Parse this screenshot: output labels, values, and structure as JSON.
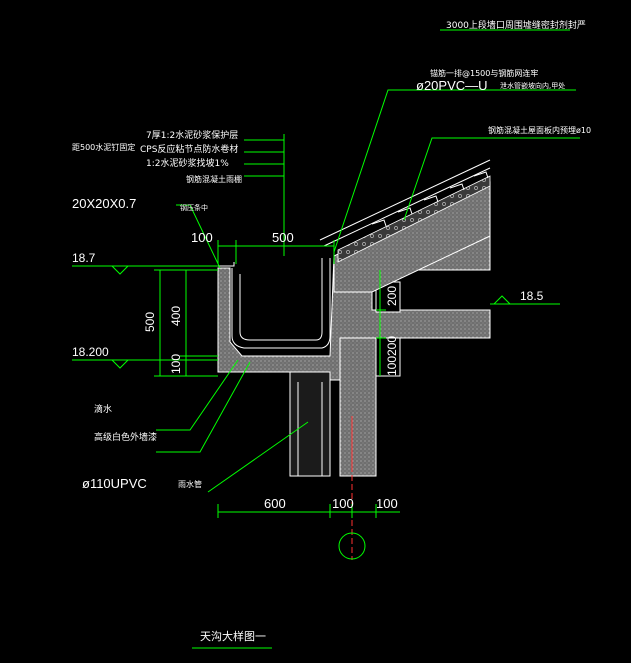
{
  "title": "天沟大样图一",
  "top_note": "3000上段墙口周围墟缝密封剂封严",
  "notes": {
    "anchor": "锚筋一排@1500与钢筋网连牢",
    "pvc_small": "ø20PVC—U",
    "pvc_small_sub": "泄水管嵌坡向内,甲处",
    "rebar": "钢筋混凝土屋面板内预埋ø10",
    "layer1": "7厚1:2水泥砂浆保护层",
    "layer2_prefix": "距500水泥钉固定",
    "layer2": "CPS反应粘节点防水卷材",
    "layer3": "1:2水泥砂浆找坡1%",
    "layer4": "钢筋混凝土雨棚",
    "strip": "20X20X0.7",
    "strip_sub": "钢压条中",
    "drip": "滴水",
    "paint": "高级白色外墙漆",
    "downpipe": "ø110UPVC",
    "downpipe_sub": "雨水管"
  },
  "elevations": {
    "left_top": "18.7",
    "left_bottom": "18.200",
    "right": "18.5"
  },
  "dimensions": {
    "top_left": "100",
    "top_main": "500",
    "height_total": "500",
    "height_upper": "400",
    "height_lower": "100",
    "right_upper": "200",
    "right_lower": "200",
    "right_100": "100",
    "bottom_600": "600",
    "bottom_100a": "100",
    "bottom_100b": "100"
  },
  "colors": {
    "leader": "#00ff00",
    "outline": "#ffffff",
    "text": "#ffffff",
    "hatch": "#8c8c8c",
    "axis": "#ff3030"
  }
}
